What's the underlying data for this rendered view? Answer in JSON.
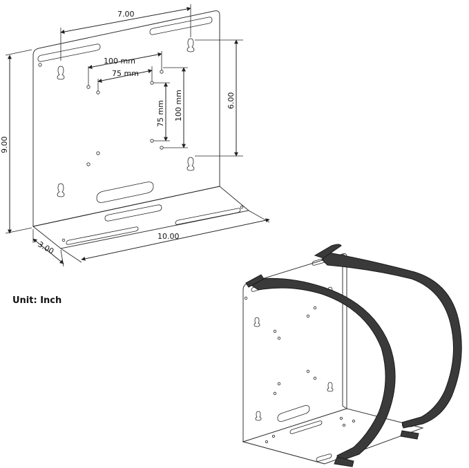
{
  "dimensions": {
    "top_width": "7.00",
    "height_left": "9.00",
    "height_right": "6.00",
    "base_length": "10.00",
    "depth": "3.00",
    "vesa_100_h": "100 mm",
    "vesa_75_h": "75 mm",
    "vesa_75_v": "75 mm",
    "vesa_100_v": "100 mm"
  },
  "unit_label": "Unit: Inch",
  "colors": {
    "line": "#222222",
    "strap": "#3a3a3a",
    "background": "#ffffff"
  }
}
